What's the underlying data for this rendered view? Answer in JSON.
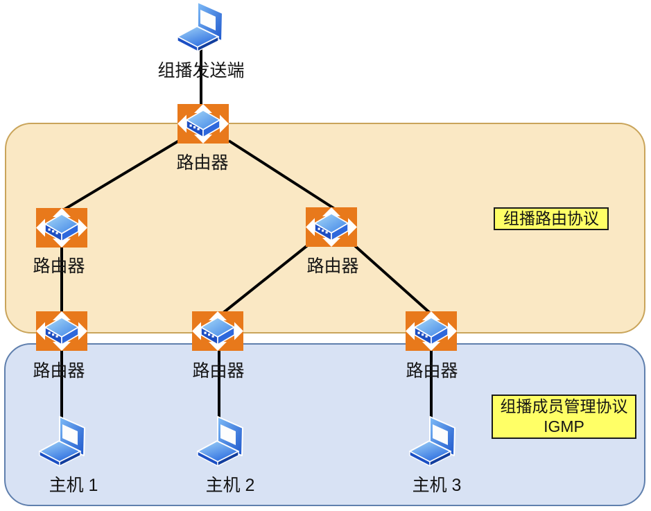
{
  "regions": {
    "multicast_routing": {
      "label": "组播路由协议",
      "fill": "#FAE8C4",
      "border": "#C9A45A"
    },
    "igmp": {
      "label": "组播成员管理协议",
      "sublabel": "IGMP",
      "fill": "#D8E2F4",
      "border": "#5F7FAD"
    },
    "label_box_fill": "#FFFF66",
    "label_box_border": "#1A1A1A"
  },
  "nodes": {
    "sender": "组播发送端",
    "router_top": "路由器",
    "router_mid_left": "路由器",
    "router_mid_right": "路由器",
    "router_bottom_left": "路由器",
    "router_bottom_mid": "路由器",
    "router_bottom_right": "路由器",
    "host_1": "主机 1",
    "host_2": "主机 2",
    "host_3": "主机 3"
  },
  "colors": {
    "router_icon_orange": "#E8791B",
    "device_blue_dark": "#1D4EC2",
    "device_blue_mid": "#2E68DC",
    "connection_line": "#000000"
  }
}
